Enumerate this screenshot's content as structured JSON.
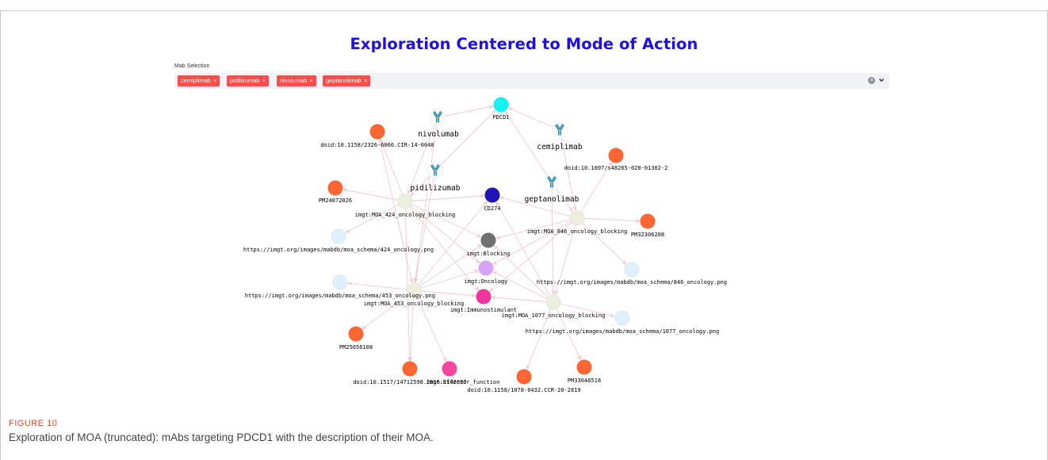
{
  "app": {
    "title": "Exploration Centered to Mode of Action"
  },
  "mab_selection": {
    "label": "Mab Selection",
    "chips": [
      {
        "label": "cemiplimab",
        "remove": "×"
      },
      {
        "label": "pidilizumab",
        "remove": "×"
      },
      {
        "label": "nivolumab",
        "remove": "×"
      },
      {
        "label": "geptanolimab",
        "remove": "×"
      }
    ],
    "chip_color": "#ff4b4b",
    "clear_icon": "clear-circle-icon",
    "chevron_icon": "chevron-down-icon"
  },
  "graph": {
    "colors": {
      "target": "#16f1f1",
      "cd274": "#1f14b4",
      "reference": "#ff6633",
      "moa": "#ecefde",
      "schema_url": "#def0fd",
      "blocking": "#6f6f6f",
      "oncology": "#d7a3f7",
      "immunostimulant": "#f0359d",
      "function": "#f5459e"
    },
    "nodes": {
      "pdcd1": {
        "label": "PDCD1",
        "kind": "target"
      },
      "cd274": {
        "label": "CD274",
        "kind": "cd274"
      },
      "nivolumab": {
        "label": "nivolumab",
        "kind": "mab"
      },
      "cemiplimab": {
        "label": "cemiplimab",
        "kind": "mab"
      },
      "pidilizumab": {
        "label": "pidilizumab",
        "kind": "mab"
      },
      "geptanolimab": {
        "label": "geptanolimab",
        "kind": "mab"
      },
      "ref_doi_cir": {
        "label": "doid:10.1158/2326-6066.CIR-14-0040",
        "kind": "reference"
      },
      "ref_doi_s48265": {
        "label": "doid:10.1007/s48265-020-01302-2",
        "kind": "reference"
      },
      "ref_pm24872026": {
        "label": "PM24872026",
        "kind": "reference"
      },
      "ref_pm32306208": {
        "label": "PM32306208",
        "kind": "reference"
      },
      "ref_pm25056108": {
        "label": "PM25056108",
        "kind": "reference"
      },
      "ref_doi_1517": {
        "label": "doid:10.1517/14712598.2016.1142637",
        "kind": "reference"
      },
      "ref_doi_ccr": {
        "label": "doid:10.1158/1078-0432.CCR-20-2819",
        "kind": "reference"
      },
      "ref_pm33046518": {
        "label": "PM33046518",
        "kind": "reference"
      },
      "moa_424": {
        "label": "imgt:MOA_424_oncology_blocking",
        "kind": "moa"
      },
      "moa_846": {
        "label": "imgt:MOA_846_oncology_blocking",
        "kind": "moa"
      },
      "moa_453": {
        "label": "imgt:MOA_453_oncology_blocking",
        "kind": "moa"
      },
      "moa_1077": {
        "label": "imgt:MOA_1077_oncology_blocking",
        "kind": "moa"
      },
      "url_424": {
        "label": "https://imgt.org/images/mabdb/moa_schema/424_oncology.png",
        "kind": "schema_url"
      },
      "url_846": {
        "label": "https://imgt.org/images/mabdb/moa_schema/846_oncology.png",
        "kind": "schema_url"
      },
      "url_453": {
        "label": "https://imgt.org/images/mabdb/moa_schema/453_oncology.png",
        "kind": "schema_url"
      },
      "url_1077": {
        "label": "https://imgt.org/images/mabdb/moa_schema/1077_oncology.png",
        "kind": "schema_url"
      },
      "blocking": {
        "label": "imgt:Blocking",
        "kind": "blocking"
      },
      "oncology": {
        "label": "imgt:Oncology",
        "kind": "oncology"
      },
      "immunostimulant": {
        "label": "imgt:Immunostimulant",
        "kind": "immunostimulant"
      },
      "function": {
        "label": "imgt:Effector_function",
        "kind": "function"
      }
    },
    "edges": [
      [
        "nivolumab",
        "pdcd1"
      ],
      [
        "cemiplimab",
        "pdcd1"
      ],
      [
        "pidilizumab",
        "pdcd1"
      ],
      [
        "geptanolimab",
        "pdcd1"
      ],
      [
        "nivolumab",
        "moa_424"
      ],
      [
        "pidilizumab",
        "moa_424"
      ],
      [
        "cemiplimab",
        "moa_846"
      ],
      [
        "geptanolimab",
        "moa_846"
      ],
      [
        "pidilizumab",
        "moa_453"
      ],
      [
        "geptanolimab",
        "moa_1077"
      ],
      [
        "nivolumab",
        "moa_453"
      ],
      [
        "moa_424",
        "ref_doi_cir"
      ],
      [
        "moa_424",
        "ref_pm24872026"
      ],
      [
        "moa_424",
        "url_424"
      ],
      [
        "moa_846",
        "ref_doi_s48265"
      ],
      [
        "moa_846",
        "ref_pm32306208"
      ],
      [
        "moa_846",
        "url_846"
      ],
      [
        "moa_453",
        "url_453"
      ],
      [
        "moa_453",
        "ref_pm25056108"
      ],
      [
        "moa_453",
        "ref_doi_1517"
      ],
      [
        "moa_453",
        "function"
      ],
      [
        "moa_1077",
        "url_1077"
      ],
      [
        "moa_1077",
        "ref_doi_ccr"
      ],
      [
        "moa_1077",
        "ref_pm33046518"
      ],
      [
        "moa_424",
        "blocking"
      ],
      [
        "moa_846",
        "blocking"
      ],
      [
        "moa_453",
        "blocking"
      ],
      [
        "moa_1077",
        "blocking"
      ],
      [
        "moa_424",
        "oncology"
      ],
      [
        "moa_846",
        "oncology"
      ],
      [
        "moa_453",
        "oncology"
      ],
      [
        "moa_1077",
        "oncology"
      ],
      [
        "moa_424",
        "immunostimulant"
      ],
      [
        "moa_846",
        "immunostimulant"
      ],
      [
        "moa_453",
        "immunostimulant"
      ],
      [
        "moa_1077",
        "immunostimulant"
      ],
      [
        "moa_424",
        "cd274"
      ],
      [
        "moa_846",
        "cd274"
      ],
      [
        "moa_453",
        "cd274"
      ],
      [
        "moa_1077",
        "cd274"
      ],
      [
        "moa_424",
        "ref_doi_1517"
      ],
      [
        "moa_846",
        "moa_1077"
      ],
      [
        "ref_doi_cir",
        "moa_453"
      ]
    ]
  },
  "caption": {
    "figure_number": "FIGURE 10",
    "text": "Exploration of MOA (truncated): mAbs targeting PDCD1 with the description of their MOA."
  }
}
